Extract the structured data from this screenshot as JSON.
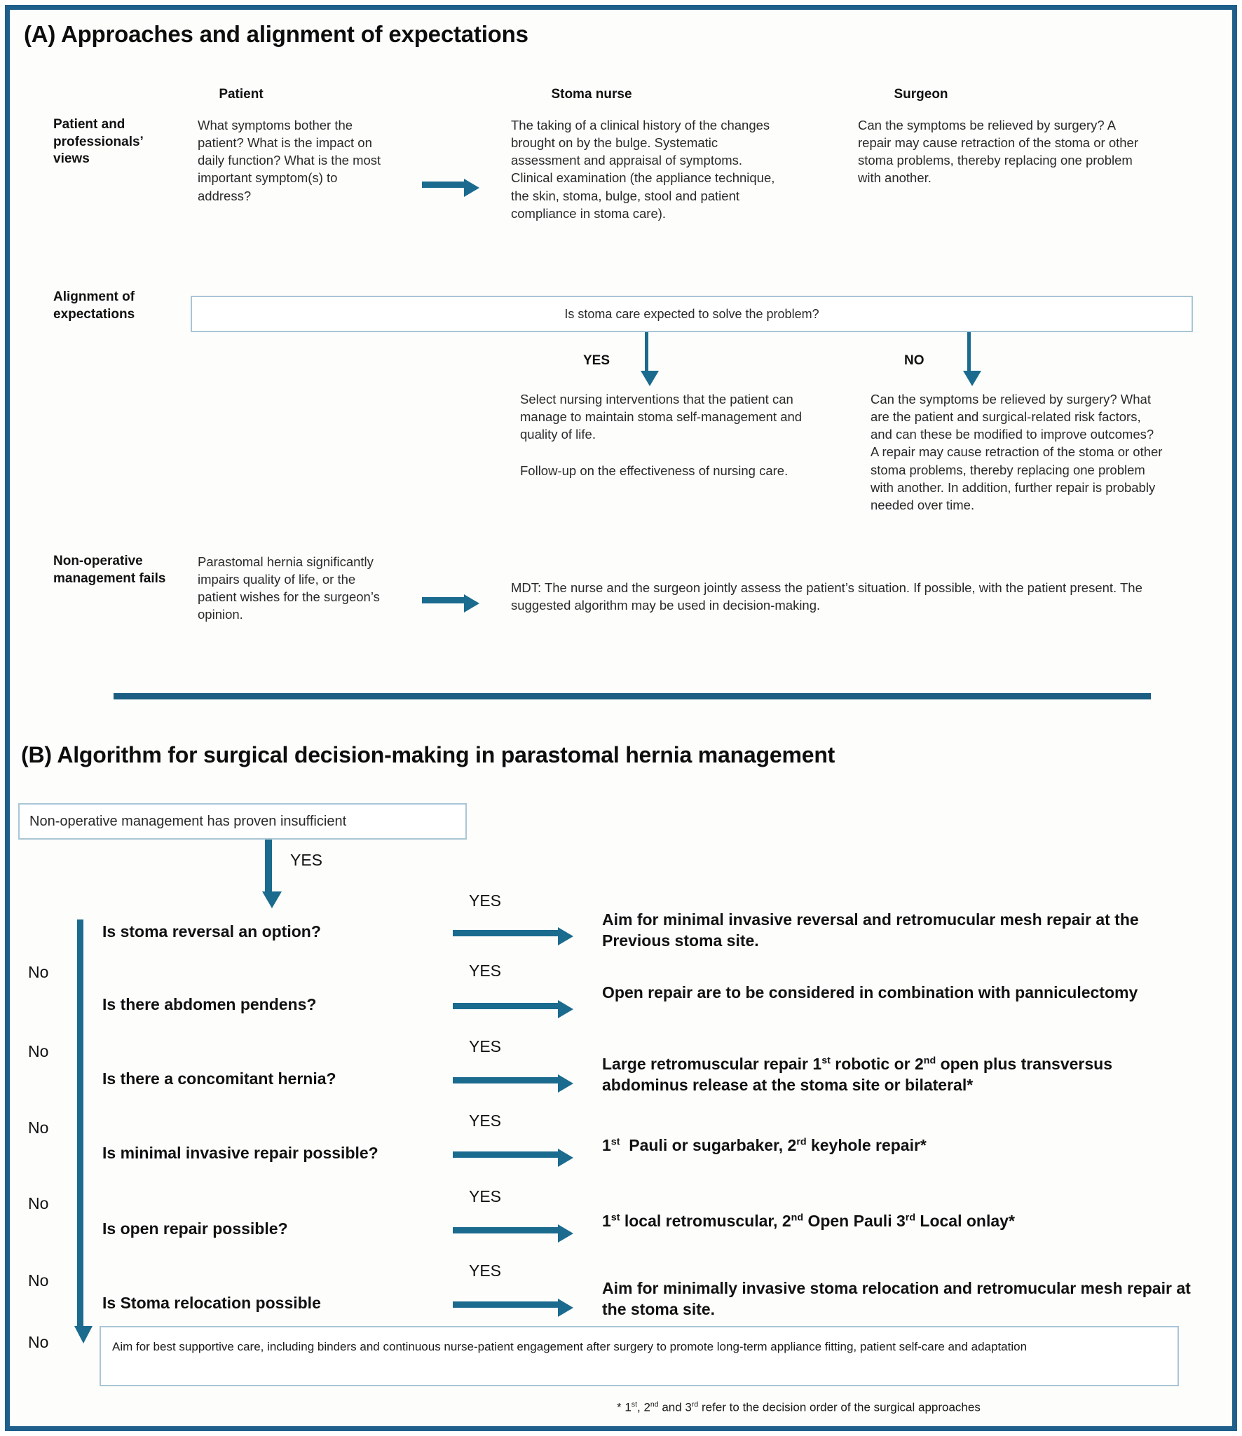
{
  "panelA": {
    "title": "(A) Approaches and alignment of expectations",
    "column_headers": [
      "Patient",
      "Stoma nurse",
      "Surgeon"
    ],
    "rows": [
      {
        "label": "Patient and professionals’ views",
        "patient": "What symptoms bother the patient? What is the impact on daily function? What is the most important symptom(s) to address?",
        "nurse": "The taking of a clinical history of the changes brought on by the bulge. Systematic assessment and appraisal of symptoms. Clinical examination (the appliance technique, the skin, stoma, bulge, stool and patient compliance in stoma care).",
        "surgeon": "Can the symptoms be relieved by surgery? A repair may cause retraction of the stoma or other stoma problems, thereby replacing one problem with another."
      }
    ],
    "alignment": {
      "label": "Alignment of expectations",
      "question_box": "Is stoma care expected to solve the problem?",
      "yes_label": "YES",
      "no_label": "NO",
      "yes_text_1": "Select nursing interventions that the patient can manage to maintain stoma self-management and quality of life.",
      "yes_text_2": "Follow-up on the effectiveness of nursing care.",
      "no_text": "Can the symptoms be relieved by surgery? What are the patient and surgical-related risk factors, and can these be modified to improve outcomes?\nA repair may cause retraction of the stoma or other stoma problems, thereby replacing one problem with another. In addition, further repair is probably needed over time."
    },
    "nonoperative": {
      "label": "Non-operative management fails",
      "patient_text": "Parastomal hernia significantly impairs quality of life, or the patient wishes for the surgeon’s opinion.",
      "mdt_text": "MDT: The nurse and the surgeon jointly assess the patient’s situation. If possible, with the patient present. The suggested algorithm may be used in decision-making."
    }
  },
  "panelB": {
    "title": "(B) Algorithm for surgical decision-making in parastomal hernia management",
    "entry_box": "Non-operative management has proven insufficient",
    "entry_yes": "YES",
    "no_label": "No",
    "yes_label": "YES",
    "decisions": [
      {
        "question": "Is stoma reversal an option?",
        "answer": "Aim for minimal invasive reversal and retromucular mesh repair at the Previous stoma site."
      },
      {
        "question": "Is there abdomen pendens?",
        "answer": "Open repair are to be considered in combination with panniculectomy"
      },
      {
        "question": "Is there a concomitant hernia?",
        "answer_html": "Large retromuscular repair 1<sup>st</sup> robotic or 2<sup>nd</sup> open plus transversus abdominus release at the stoma site or bilateral*"
      },
      {
        "question": "Is minimal invasive repair possible?",
        "answer_html": "1<sup>st</sup>&nbsp; Pauli or sugarbaker, 2<sup>rd</sup> keyhole repair*"
      },
      {
        "question": "Is open repair possible?",
        "answer_html": "1<sup>st</sup> local retromuscular, 2<sup>nd</sup> Open Pauli 3<sup>rd</sup> Local onlay*"
      },
      {
        "question": "Is Stoma relocation possible",
        "answer": "Aim for minimally invasive stoma relocation and retromucular mesh repair at the stoma site."
      }
    ],
    "final_box": "Aim for best supportive care, including binders and continuous nurse-patient engagement after surgery to promote long-term appliance fitting, patient self-care and adaptation",
    "footnote_html": "* 1<sup>st</sup>, 2<sup>nd</sup> and 3<sup>rd</sup>  refer to the decision order of the surgical approaches"
  },
  "colors": {
    "frame_border": "#1f5f8b",
    "arrow": "#1b6b8f",
    "box_border": "#a9c6d6",
    "divider": "#1b5d83"
  }
}
